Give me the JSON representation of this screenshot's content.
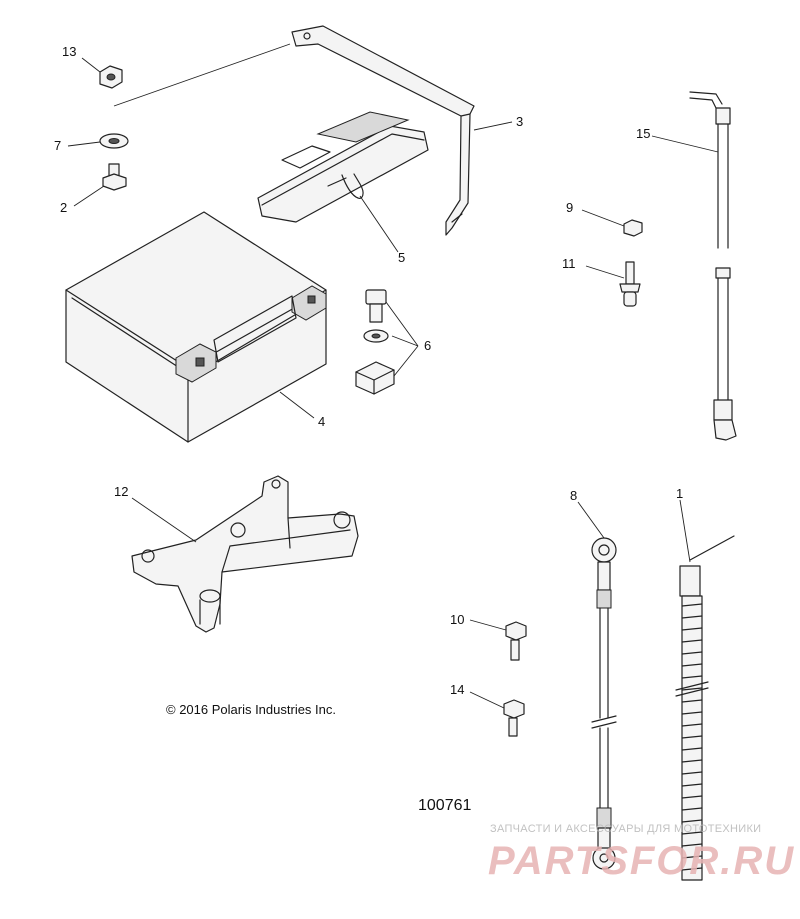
{
  "callouts": {
    "c1": "1",
    "c2": "2",
    "c3": "3",
    "c4": "4",
    "c5": "5",
    "c6": "6",
    "c7": "7",
    "c8": "8",
    "c9": "9",
    "c10": "10",
    "c11": "11",
    "c12": "12",
    "c13": "13",
    "c14": "14",
    "c15": "15"
  },
  "copyright": "© 2016 Polaris Industries Inc.",
  "doc_number": "100761",
  "watermark": {
    "tagline": "ЗАПЧАСТИ И АКСЕССУАРЫ ДЛЯ МОТОТЕХНИКИ",
    "brand": "PARTSFOR.RU",
    "color": "#e7b3b3"
  }
}
